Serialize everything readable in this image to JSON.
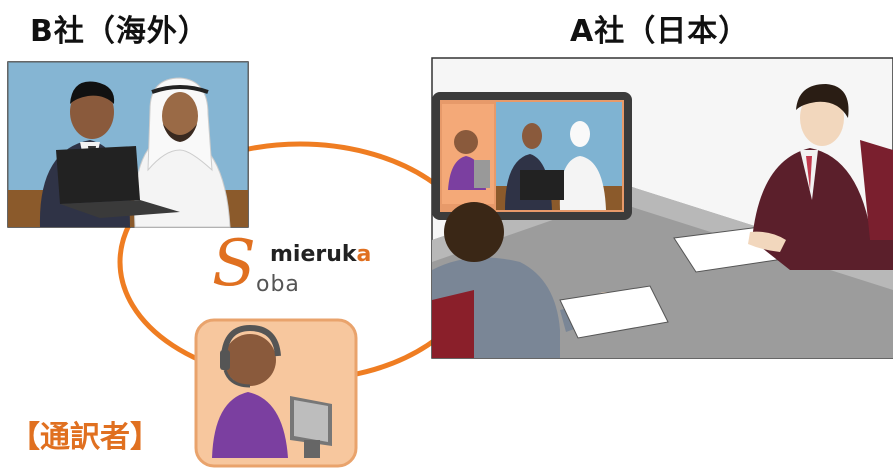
{
  "labels": {
    "company_b": "B社（海外）",
    "company_a": "A社（日本）",
    "interpreter": "【通訳者】"
  },
  "brand": {
    "s_letter": "S",
    "name_main": "mieruk",
    "name_accent": "a",
    "name_sub": "oba"
  },
  "colors": {
    "ring": "#ef7d22",
    "accent": "#e07020",
    "interpreter_bg": "#f7c79e"
  }
}
